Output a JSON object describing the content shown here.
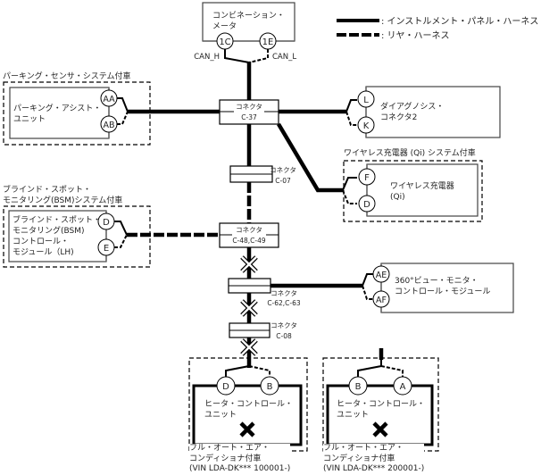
{
  "legend": {
    "solid_label": ": インストルメント・パネル・ハーネス",
    "dashed_label": ": リヤ・ハーネス"
  },
  "combination_meter": {
    "title_line1": "コンビネーション・",
    "title_line2": "メータ",
    "pin_left": "1C",
    "pin_right": "1E",
    "can_h": "CAN_H",
    "can_l": "CAN_L"
  },
  "parking": {
    "group_label": "パーキング・センサ・システム付車",
    "unit_line1": "パーキング・アシスト・",
    "unit_line2": "ユニット",
    "pin_top": "AA",
    "pin_bottom": "AB"
  },
  "diag": {
    "line1": "ダイアグノシス・",
    "line2": "コネクタ2",
    "pin_top": "L",
    "pin_bottom": "K"
  },
  "wireless": {
    "group_label": "ワイヤレス充電器 (Qi) システム付車",
    "line1": "ワイヤレス充電器",
    "line2": "(Qi)",
    "pin_top": "F",
    "pin_bottom": "D"
  },
  "bsm": {
    "group_line1": "ブラインド・スポット・",
    "group_line2": "モニタリング(BSM)システム付車",
    "line1": "ブラインド・スポット・",
    "line2": "モニタリング(BSM)",
    "line3": "コントロール・",
    "line4": "モジュール（LH)",
    "pin_top": "D",
    "pin_bottom": "E"
  },
  "view360": {
    "line1": "360°ビュー・モニタ・",
    "line2": "コントロール・モジュール",
    "pin_top": "AE",
    "pin_bottom": "AF"
  },
  "connectors": {
    "c37": {
      "title": "コネクタ",
      "code": "C-37"
    },
    "c07": {
      "title": "コネクタ",
      "code": "C-07"
    },
    "c48": {
      "title": "コネクタ",
      "code": "C-48,C-49"
    },
    "c62": {
      "title": "コネクタ",
      "code": "C-62,C-63"
    },
    "c08": {
      "title": "コネクタ",
      "code": "C-08"
    }
  },
  "heater1": {
    "line1": "ヒータ・コントロール・",
    "line2": "ユニット",
    "pin_left": "D",
    "pin_right": "B",
    "cond_line1": "フル・オート・エア・",
    "cond_line2": "コンディショナ付車",
    "cond_line3": "(VIN LDA-DK*** 100001-)"
  },
  "heater2": {
    "line1": "ヒータ・コントロール・",
    "line2": "ユニット",
    "pin_left": "B",
    "pin_right": "A",
    "cond_line1": "フル・オート・エア・",
    "cond_line2": "コンディショナ付車",
    "cond_line3": "(VIN LDA-DK*** 200001-)"
  }
}
